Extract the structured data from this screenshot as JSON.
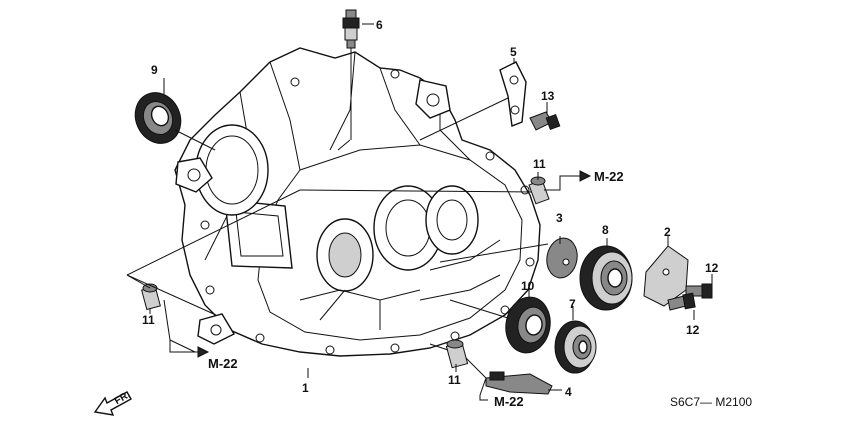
{
  "callouts": [
    {
      "id": "1",
      "text": "1"
    },
    {
      "id": "2",
      "text": "2"
    },
    {
      "id": "3",
      "text": "3"
    },
    {
      "id": "4",
      "text": "4"
    },
    {
      "id": "5",
      "text": "5"
    },
    {
      "id": "6",
      "text": "6"
    },
    {
      "id": "7",
      "text": "7"
    },
    {
      "id": "8",
      "text": "8"
    },
    {
      "id": "9",
      "text": "9"
    },
    {
      "id": "10",
      "text": "10"
    },
    {
      "id": "11a",
      "text": "11"
    },
    {
      "id": "11b",
      "text": "11"
    },
    {
      "id": "11c",
      "text": "11"
    },
    {
      "id": "12a",
      "text": "12"
    },
    {
      "id": "12b",
      "text": "12"
    },
    {
      "id": "13",
      "text": "13"
    }
  ],
  "references": [
    {
      "id": "ref_right",
      "text": "M-22"
    },
    {
      "id": "ref_left",
      "text": "M-22"
    },
    {
      "id": "ref_bottom",
      "text": "M-22"
    }
  ],
  "direction_label": "FR.",
  "diagram_code": "S6C7— M2100"
}
